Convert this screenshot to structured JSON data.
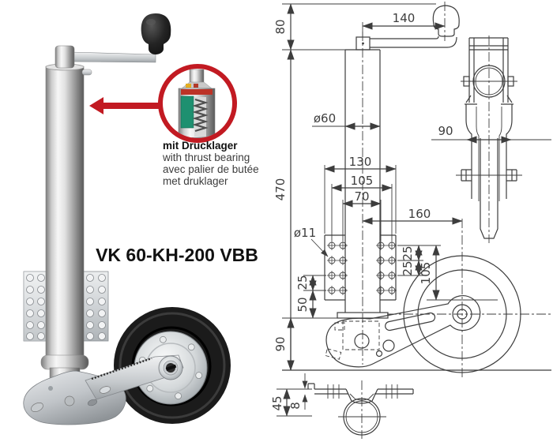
{
  "product": {
    "name": "VK 60-KH-200 VBB"
  },
  "inset": {
    "caption_bold": "mit Drucklager",
    "caption_lines": [
      "with thrust bearing",
      "avec palier de butée",
      "met druklager"
    ],
    "ring_color": "#c21a22"
  },
  "drawing": {
    "line_color": "#3d3d3d",
    "dims": {
      "crank_height": "80",
      "crank_radius": "140",
      "overall_height": "470",
      "tube_diameter": "ø60",
      "plate_width": "130",
      "hole_span_outer": "105",
      "hole_span_inner": "70",
      "wheel_offset": "160",
      "hole_diameter": "ø11",
      "hole_pitch_left": "25",
      "hole_edge_left": "50",
      "hole_pitch_right_upper": "25",
      "hole_pitch_right_lower": "25",
      "axle_drop": "105",
      "swivel_height": "90",
      "wheel_width": "90",
      "clamp_height": "45",
      "clamp_plate_thickness": "8"
    }
  }
}
